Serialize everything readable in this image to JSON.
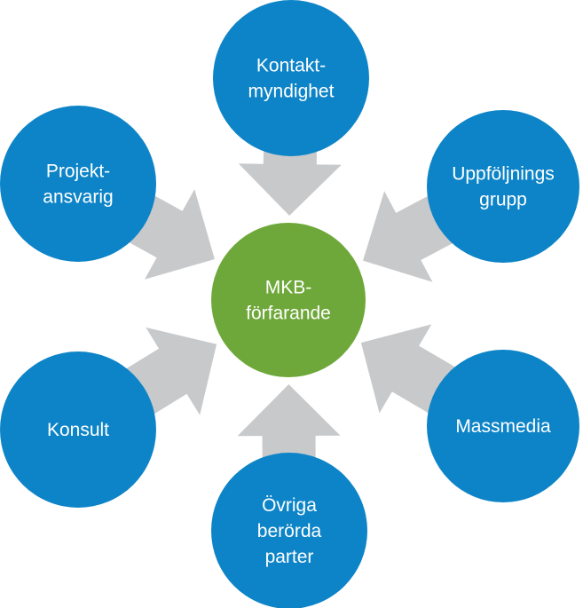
{
  "colors": {
    "outer_node": "#0d84c7",
    "center_node": "#6fa83a",
    "arrow": "#c8c9cb",
    "text": "#ffffff"
  },
  "center": {
    "lines": [
      "MKB-",
      "förfarande"
    ]
  },
  "nodes": [
    {
      "id": "kontaktmyndighet",
      "lines": [
        "Kontakt-",
        "myndighet"
      ]
    },
    {
      "id": "uppfoljningsgrupp",
      "lines": [
        "Uppföljnings",
        "grupp"
      ]
    },
    {
      "id": "massmedia",
      "lines": [
        "Massmedia"
      ]
    },
    {
      "id": "ovriga-berorda-parter",
      "lines": [
        "Övriga",
        "berörda",
        "parter"
      ]
    },
    {
      "id": "konsult",
      "lines": [
        "Konsult"
      ]
    },
    {
      "id": "projektansvarig",
      "lines": [
        "Projekt-",
        "ansvarig"
      ]
    }
  ]
}
